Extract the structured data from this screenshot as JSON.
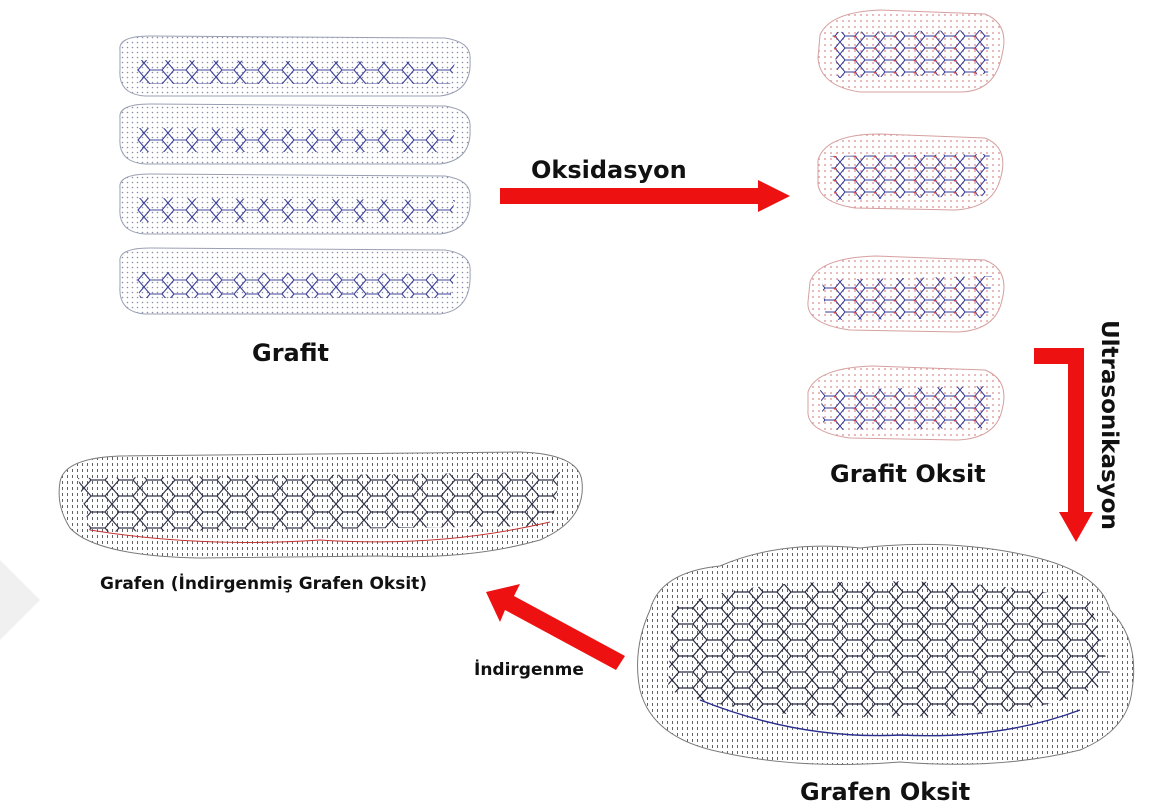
{
  "labels": {
    "grafit": "Grafit",
    "oksidasyon": "Oksidasyon",
    "grafit_oksit": "Grafit Oksit",
    "ultrasonikasyon": "Ultrasonikasyon",
    "grafen_oksit": "Grafen Oksit",
    "indirgenme": "İndirgenme",
    "grafen": "Grafen (İndirgenmiş Grafen Oksit)"
  },
  "colors": {
    "arrow": "#ee1111",
    "lattice_blue": "#2a2f8f",
    "halo_gray": "#9aa0b4",
    "oxygen_red": "#d23a3a",
    "text": "#111111"
  }
}
